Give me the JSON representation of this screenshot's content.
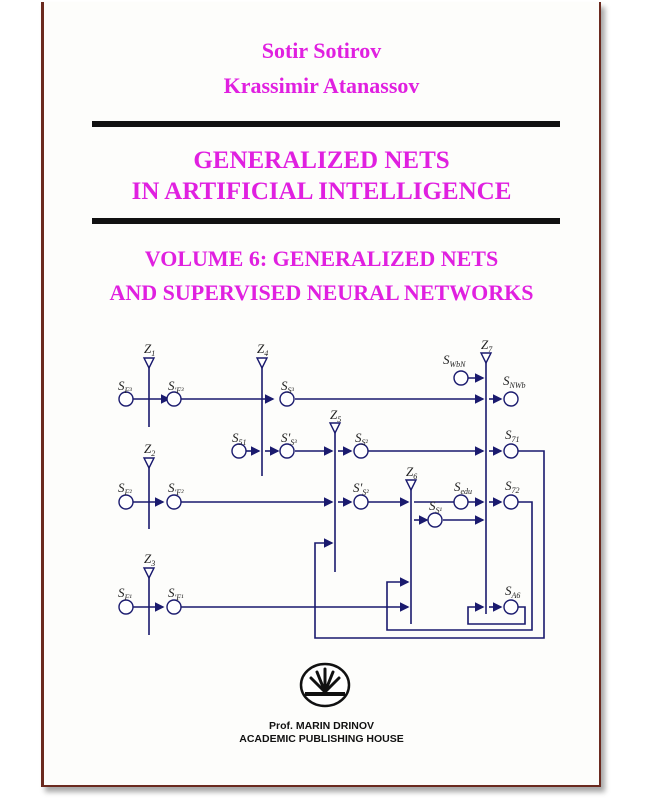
{
  "authors": [
    "Sotir Sotirov",
    "Krassimir Atanassov"
  ],
  "title_lines": [
    "GENERALIZED NETS",
    "IN ARTIFICIAL INTELLIGENCE"
  ],
  "subtitle_lines": [
    "VOLUME 6: GENERALIZED NETS",
    "AND SUPERVISED NEURAL NETWORKS"
  ],
  "publisher_lines": [
    "Prof. MARIN DRINOV",
    "ACADEMIC PUBLISHING HOUSE"
  ],
  "colors": {
    "title": "#e020e0",
    "frame": "#6b2a1f",
    "diagram": "#1a1a6e"
  },
  "diagram": {
    "transitions": [
      "Z1",
      "Z2",
      "Z3",
      "Z4",
      "Z5",
      "Z6",
      "Z7"
    ],
    "places": [
      "SF3",
      "S'F3",
      "SS3",
      "S51",
      "S'S3",
      "SS2",
      "SWbN",
      "SNWb",
      "S71",
      "SF2",
      "S'F2",
      "S'S2",
      "SS1",
      "Sedu",
      "S72",
      "SF1",
      "S'F1",
      "SA6"
    ]
  }
}
